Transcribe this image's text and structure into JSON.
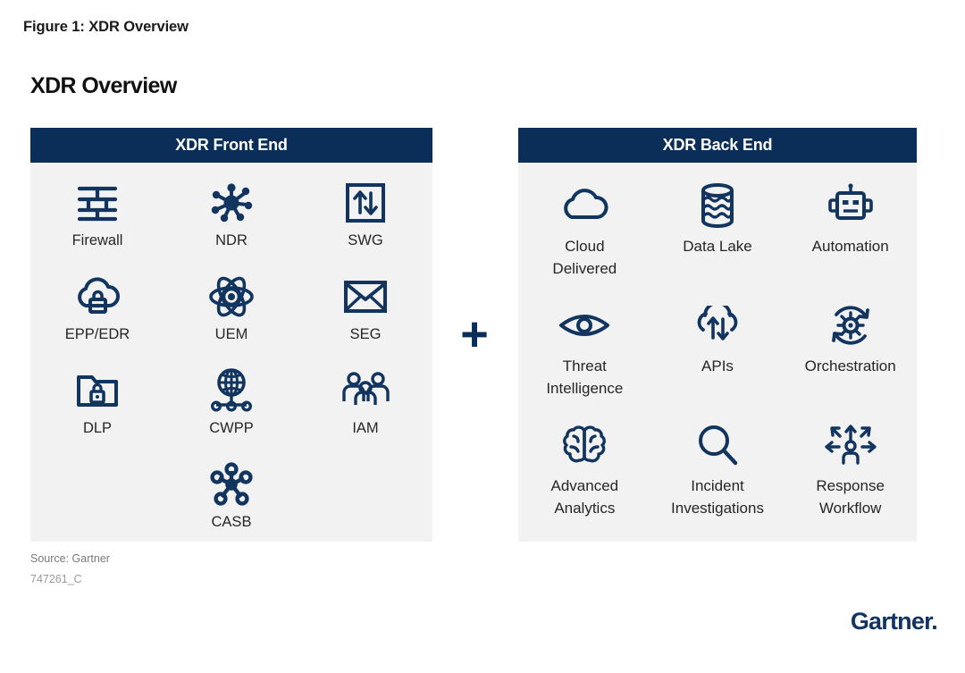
{
  "figure": {
    "caption": "Figure 1: XDR Overview",
    "title": "XDR Overview"
  },
  "colors": {
    "header_navy": "#0b2e58",
    "panel_background": "#f2f2f2",
    "icon_navy": "#12355f",
    "page_background": "#ffffff"
  },
  "operator": {
    "symbol": "+"
  },
  "panels": [
    {
      "id": "front-end",
      "header": "XDR Front End",
      "items": [
        {
          "label": "Firewall",
          "icon": "firewall-brick-wall-icon"
        },
        {
          "label": "NDR",
          "icon": "network-hub-icon"
        },
        {
          "label": "SWG",
          "icon": "up-down-arrows-in-square-icon"
        },
        {
          "label": "EPP/EDR",
          "icon": "cloud-lock-icon"
        },
        {
          "label": "UEM",
          "icon": "atom-orbit-icon"
        },
        {
          "label": "SEG",
          "icon": "envelope-icon"
        },
        {
          "label": "DLP",
          "icon": "folder-lock-icon"
        },
        {
          "label": "CWPP",
          "icon": "globe-network-icon"
        },
        {
          "label": "IAM",
          "icon": "people-group-icon"
        },
        {
          "label": "CASB",
          "icon": "node-cluster-icon"
        }
      ]
    },
    {
      "id": "back-end",
      "header": "XDR Back End",
      "items": [
        {
          "label": "Cloud\nDelivered",
          "icon": "cloud-icon"
        },
        {
          "label": "Data Lake",
          "icon": "database-waves-icon"
        },
        {
          "label": "Automation",
          "icon": "robot-head-icon"
        },
        {
          "label": "Threat\nIntelligence",
          "icon": "eye-icon"
        },
        {
          "label": "APIs",
          "icon": "cloud-up-down-arrows-icon"
        },
        {
          "label": "Orchestration",
          "icon": "gear-refresh-icon"
        },
        {
          "label": "Advanced\nAnalytics",
          "icon": "brain-icon"
        },
        {
          "label": "Incident\nInvestigations",
          "icon": "magnifying-glass-icon"
        },
        {
          "label": "Response\nWorkflow",
          "icon": "person-arrows-icon"
        }
      ]
    }
  ],
  "footer": {
    "source": "Source: Gartner",
    "figure_id": "747261_C",
    "brand": "Gartner."
  }
}
